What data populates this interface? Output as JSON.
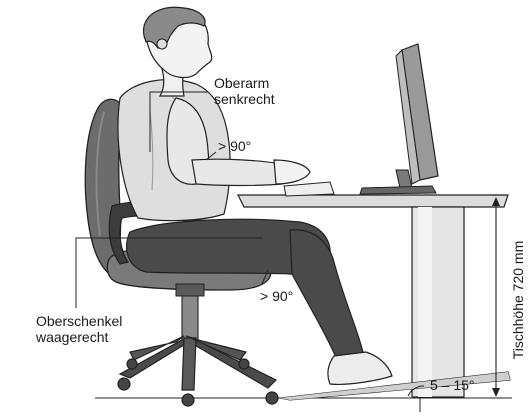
{
  "labels": {
    "upper_arm": [
      "Oberarm",
      "senkrecht"
    ],
    "elbow_angle": "> 90°",
    "knee_angle": "> 90°",
    "thigh": [
      "Oberschenkel",
      "waagerecht"
    ],
    "foot_rest_angle": "5 – 15°",
    "desk_height": "Tischhöhe 720 mm"
  }
}
